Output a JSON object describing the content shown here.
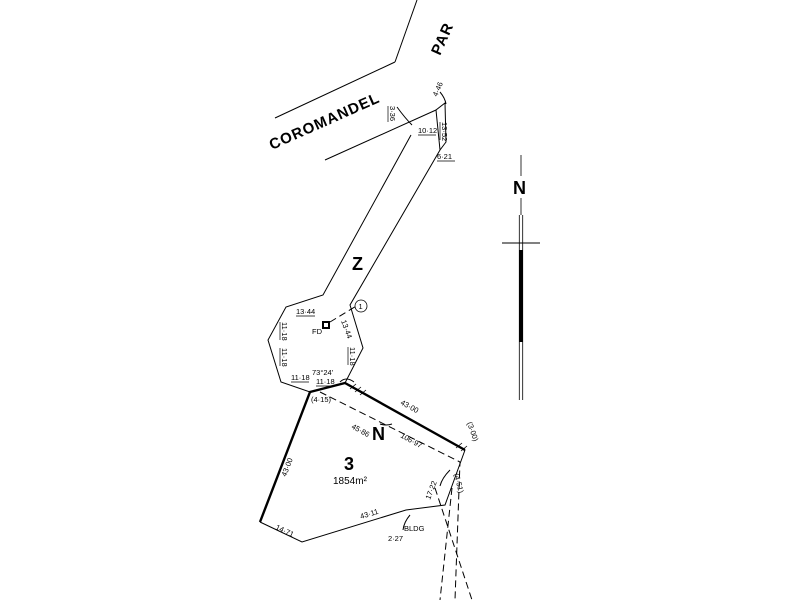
{
  "road": {
    "word1": "COROMANDEL",
    "word2": "PAR"
  },
  "parcels": {
    "z": "Z",
    "lot": "3",
    "area": "1854m²",
    "easement": "N"
  },
  "marks": {
    "fd": "FD",
    "circle": "1",
    "bldg": "BLDG"
  },
  "north": {
    "label": "N"
  },
  "dims": {
    "d_3_36": "3·36",
    "d_4_46": "4·46",
    "d_10_12": "10·12",
    "d_13_52": "13·52",
    "d_6_21": "6·21",
    "d_13_44_top": "13·44",
    "d_13_44_diag": "13·44",
    "d_11_18_a": "11·18",
    "d_11_18_b": "11·18",
    "d_11_18_c": "11·18",
    "d_11_18_d": "11·18",
    "d_11_18_e": "11·18",
    "angle": "73°24'",
    "d_4_15": "(4·15)",
    "d_43_00_top": "43·00",
    "d_3_00": "(3·00)",
    "d_45_86": "45·86",
    "d_106_97": "106·97",
    "d_43_00_left": "43·00",
    "d_17_22": "17·22",
    "d_4_51": "(4·51)",
    "d_43_11": "43·11",
    "d_14_71": "14·71",
    "d_2_27": "2·27"
  }
}
